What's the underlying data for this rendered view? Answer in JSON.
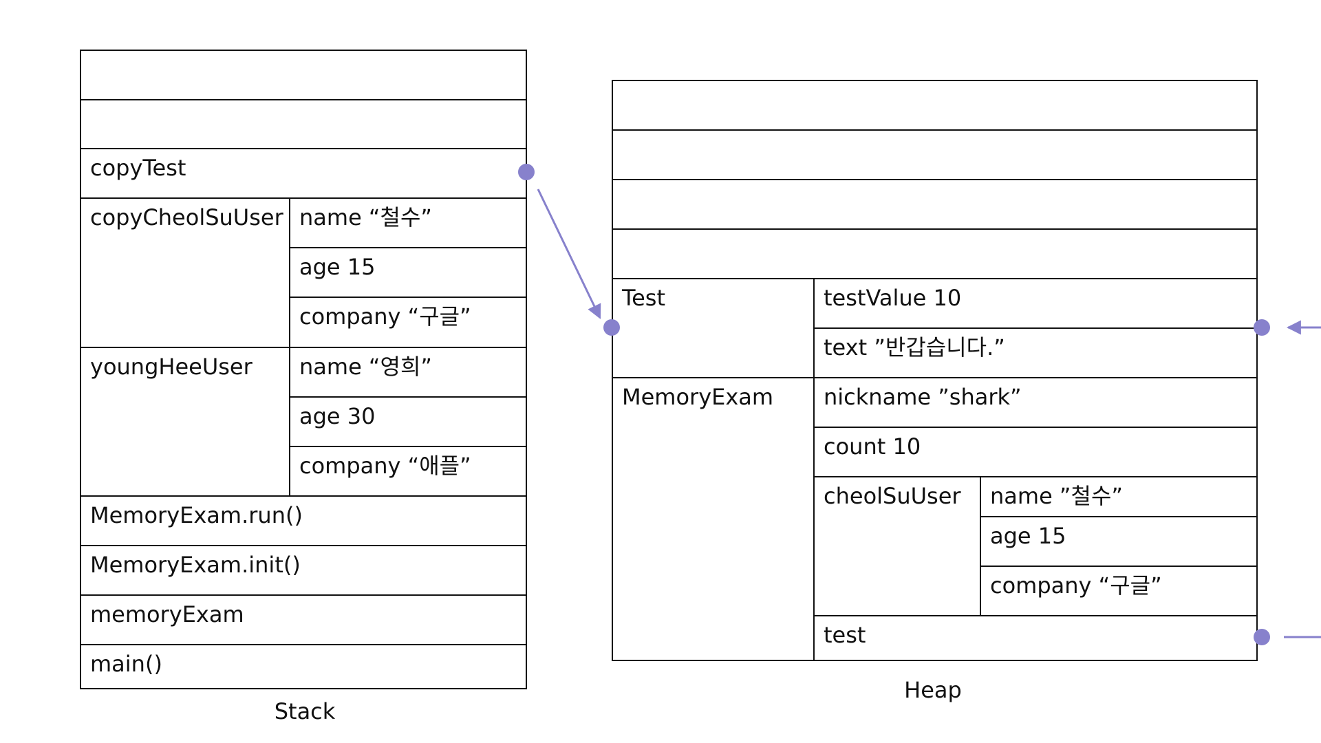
{
  "colors": {
    "border": "#111111",
    "connector": "#8781cc"
  },
  "stack": {
    "caption": "Stack",
    "rows": [
      {
        "label": ""
      },
      {
        "label": ""
      },
      {
        "label": "copyTest"
      },
      {
        "label": "copyCheolSuUser",
        "fields": [
          "name “철수”",
          "age 15",
          "company “구글”"
        ]
      },
      {
        "label": "youngHeeUser",
        "fields": [
          "name “영희”",
          "age 30",
          "company “애플”"
        ]
      },
      {
        "label": "MemoryExam.run()"
      },
      {
        "label": "MemoryExam.init()"
      },
      {
        "label": "memoryExam"
      },
      {
        "label": "main()"
      }
    ]
  },
  "heap": {
    "caption": "Heap",
    "test": {
      "label": "Test",
      "fields": [
        "testValue 10",
        "text ”반갑습니다.”"
      ]
    },
    "memoryExam": {
      "label": "MemoryExam",
      "fields": [
        "nickname ”shark”",
        "count 10"
      ],
      "cheolSuUser": {
        "label": "cheolSuUser",
        "fields": [
          "name ”철수”",
          "age 15",
          "company “구글”"
        ]
      },
      "test_ref": "test"
    }
  }
}
